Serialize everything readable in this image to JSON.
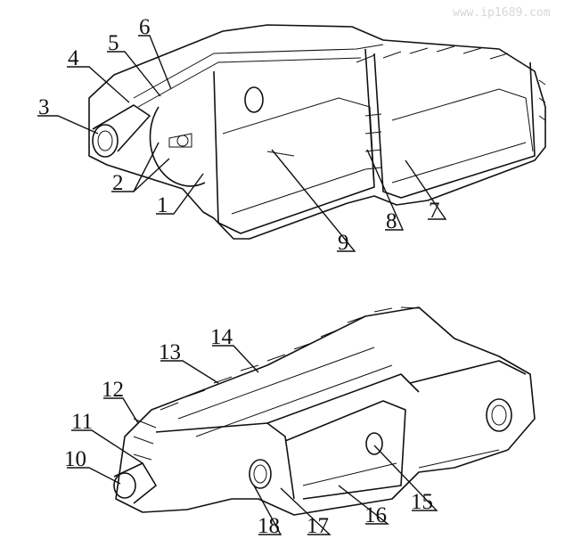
{
  "watermark": "www.ip1689.com",
  "top_view": {
    "labels": [
      "1",
      "2",
      "3",
      "4",
      "5",
      "6",
      "7",
      "8",
      "9"
    ]
  },
  "bottom_view": {
    "labels": [
      "10",
      "11",
      "12",
      "13",
      "14",
      "15",
      "16",
      "17",
      "18"
    ]
  }
}
